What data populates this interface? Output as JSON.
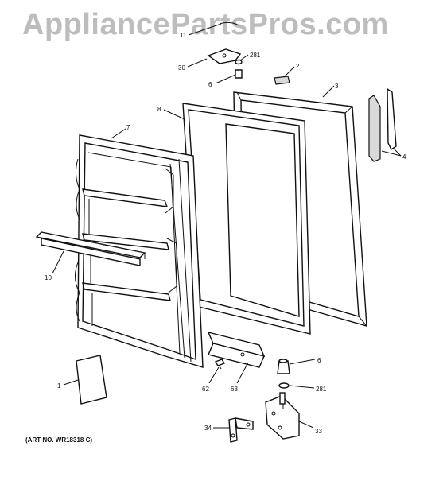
{
  "watermark": "AppliancePartsPros.com",
  "art_number": "(ART NO. WR18318 C)",
  "callouts": {
    "c11": "11",
    "c281a": "281",
    "c30": "30",
    "c2": "2",
    "c6a": "6",
    "c3": "3",
    "c8": "8",
    "c7": "7",
    "c4": "4",
    "c10": "10",
    "c1": "1",
    "c6b": "6",
    "c62": "62",
    "c63": "63",
    "c281b": "281",
    "c34": "34",
    "c33": "33"
  }
}
